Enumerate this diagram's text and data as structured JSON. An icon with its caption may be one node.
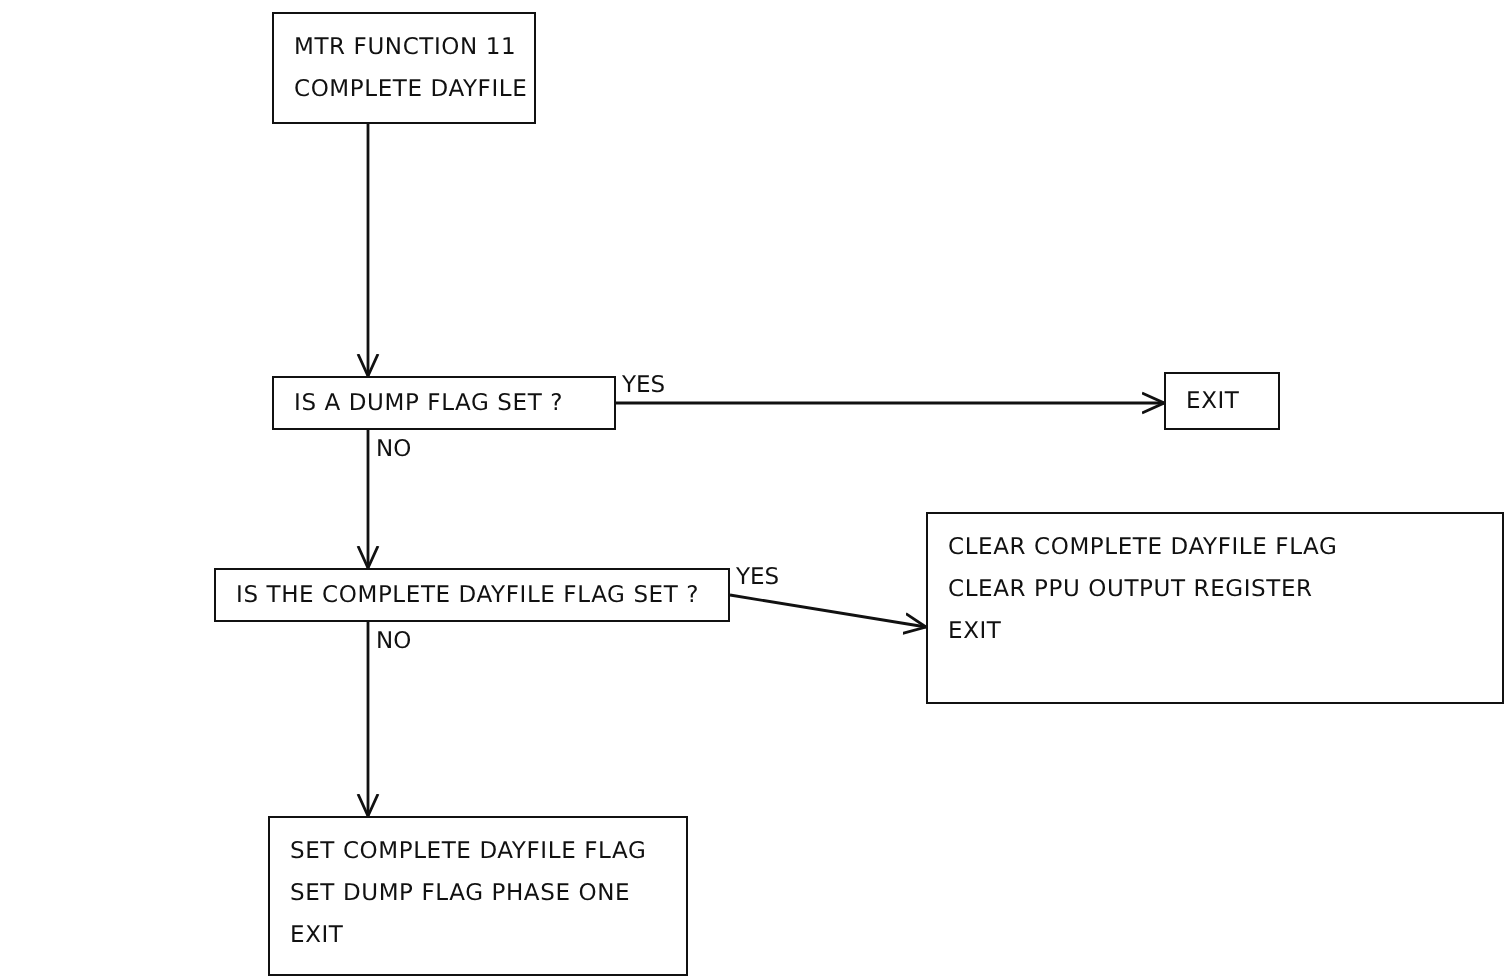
{
  "diagram": {
    "nodes": [
      {
        "text": [
          "MTR FUNCTION 11",
          "COMPLETE DAYFILE"
        ]
      },
      {
        "text": [
          "IS A DUMP FLAG SET ?"
        ]
      },
      {
        "text": [
          "EXIT"
        ]
      },
      {
        "text": [
          "IS THE COMPLETE DAYFILE FLAG SET ?"
        ]
      },
      {
        "text": [
          "CLEAR COMPLETE DAYFILE FLAG",
          "CLEAR PPU OUTPUT REGISTER",
          "EXIT"
        ]
      },
      {
        "text": [
          "SET COMPLETE DAYFILE FLAG",
          "SET DUMP FLAG PHASE ONE",
          "EXIT"
        ]
      }
    ],
    "edges": [
      {
        "from": 0,
        "to": 1,
        "arrow": "to"
      },
      {
        "from": 1,
        "to": 2,
        "arrow": "to",
        "label": "YES"
      },
      {
        "from": 1,
        "to": 3,
        "arrow": "to",
        "label": "NO"
      },
      {
        "from": 3,
        "to": 4,
        "arrow": "to",
        "label": "YES"
      },
      {
        "from": 3,
        "to": 5,
        "arrow": "to",
        "label": "NO"
      }
    ]
  }
}
